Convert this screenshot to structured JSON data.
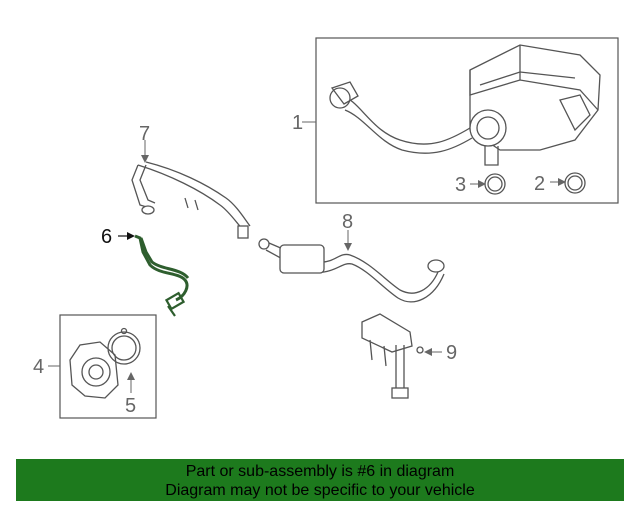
{
  "callouts": {
    "c1": "1",
    "c2": "2",
    "c3": "3",
    "c4": "4",
    "c5": "5",
    "c6": "6",
    "c7": "7",
    "c8": "8",
    "c9": "9"
  },
  "banner": {
    "line1": "Part or sub-assembly is #6 in diagram",
    "line2": "Diagram may not be specific to your vehicle"
  },
  "colors": {
    "highlight_part": "#2e5e2e",
    "banner_bg": "#1d7a1d",
    "line_art": "#555555"
  }
}
